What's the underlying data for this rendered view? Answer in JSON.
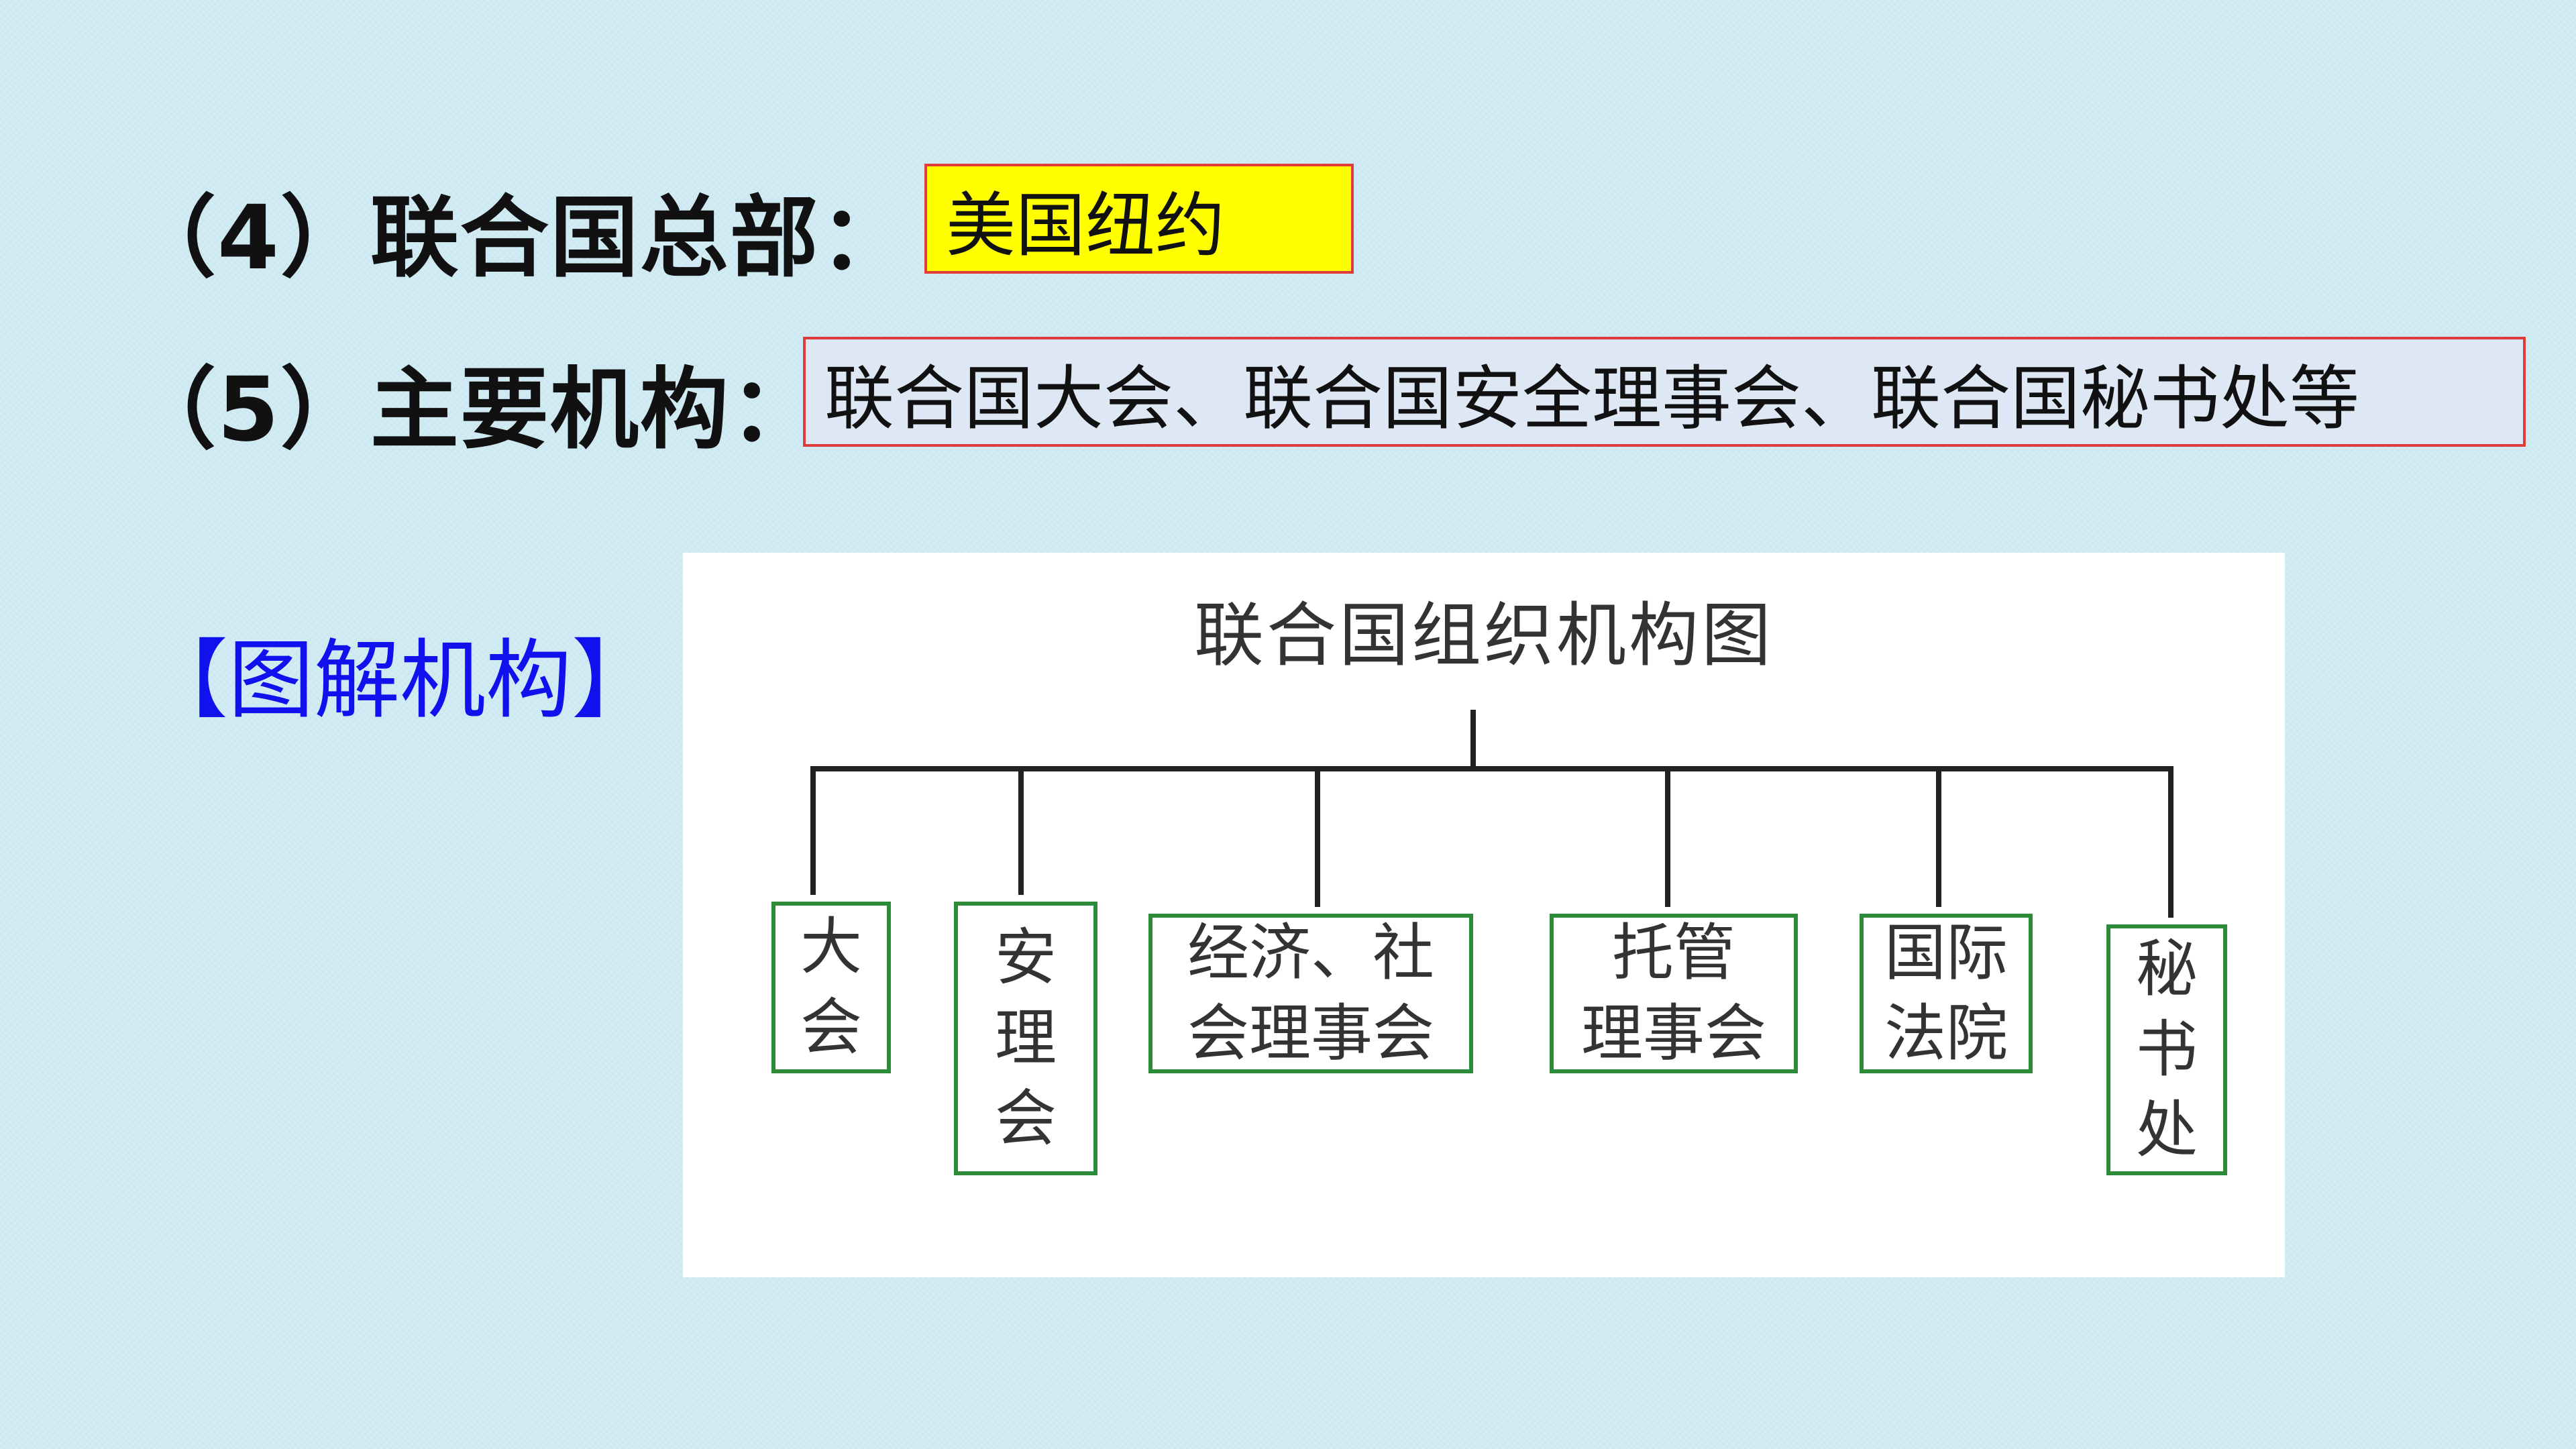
{
  "rows": {
    "headquarters": {
      "label": "（4）联合国总部：",
      "answer": "美国纽约"
    },
    "organs": {
      "label": "（5）主要机构：",
      "answer": "联合国大会、联合国安全理事会、联合国秘书处等"
    }
  },
  "section_tag": "【图解机构】",
  "diagram": {
    "title": "联合国组织机构图",
    "boxes": [
      "大\n会",
      "安\n理\n会",
      "经济、社\n会理事会",
      "托管\n理事会",
      "国际\n法院",
      "秘\n书\n处"
    ]
  },
  "colors": {
    "answer_hq_fill": "#ffff00",
    "answer_border": "#e23b3b",
    "section_tag": "#1111ee",
    "box_border": "#2e8b3a",
    "background": "#cfeaf3"
  }
}
